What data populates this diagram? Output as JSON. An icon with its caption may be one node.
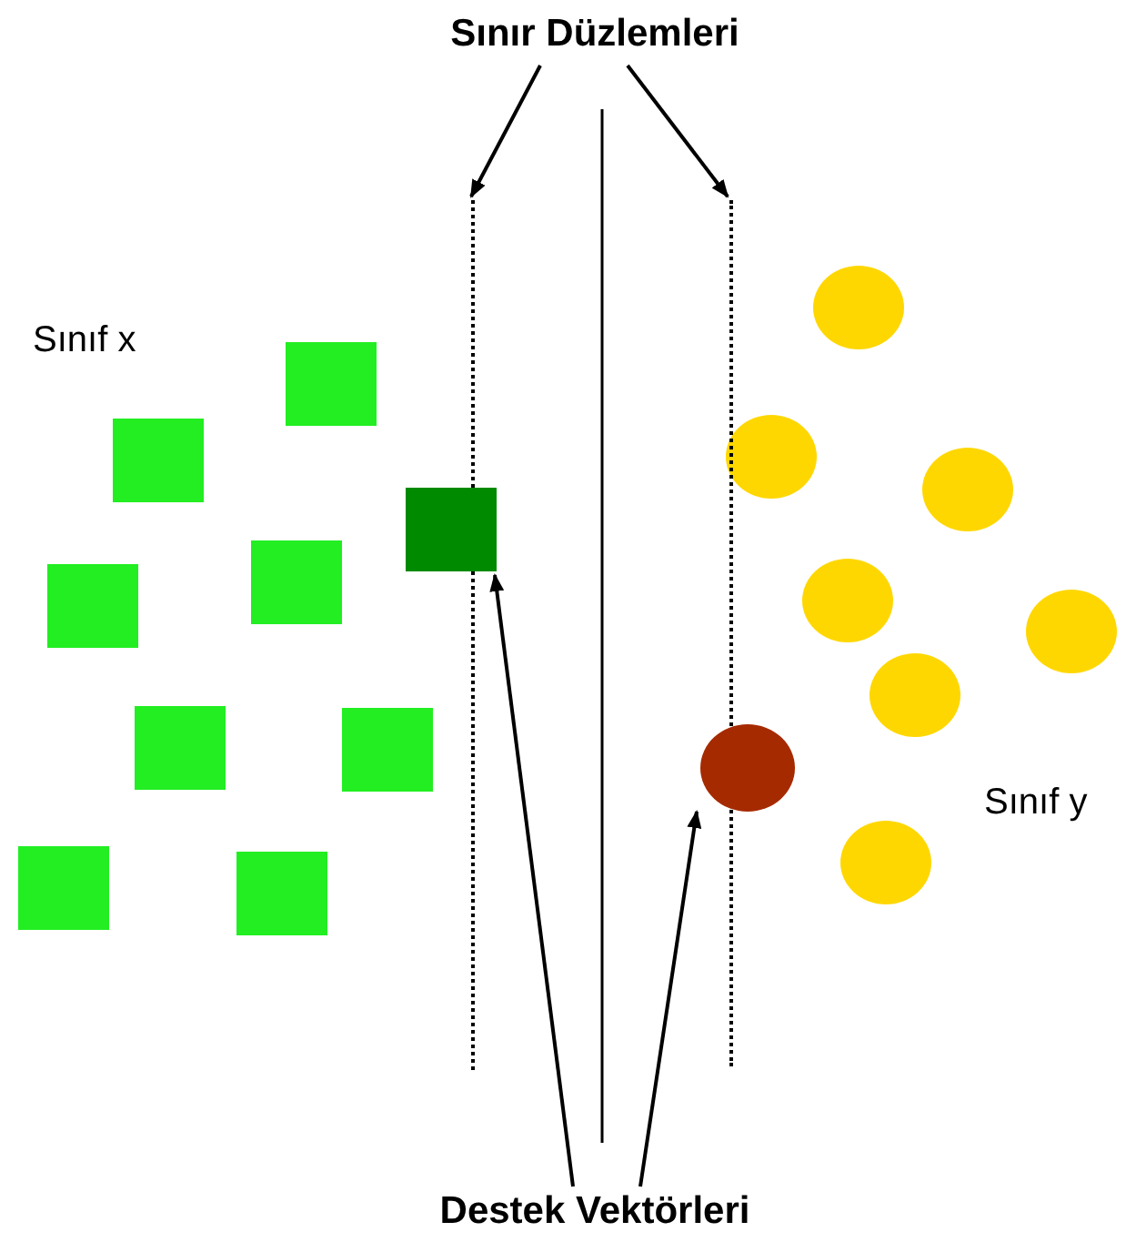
{
  "diagram": {
    "nodes": [
      {
        "text": [
          "Sınır Düzlemleri"
        ]
      },
      {
        "text": [],
        "shape": "line"
      },
      {
        "text": [],
        "shape": "line"
      },
      {
        "text": [],
        "shape": "box"
      },
      {
        "text": [],
        "shape": "circle"
      },
      {
        "text": [
          "Destek Vektörleri"
        ]
      }
    ],
    "edges": [
      {
        "from": 0,
        "to": 1,
        "arrow": "to"
      },
      {
        "from": 0,
        "to": 2,
        "arrow": "to"
      },
      {
        "from": 5,
        "to": 3,
        "arrow": "to"
      },
      {
        "from": 5,
        "to": 4,
        "arrow": "to"
      }
    ],
    "labels": [
      "Sınıf x",
      "Sınıf y"
    ]
  }
}
